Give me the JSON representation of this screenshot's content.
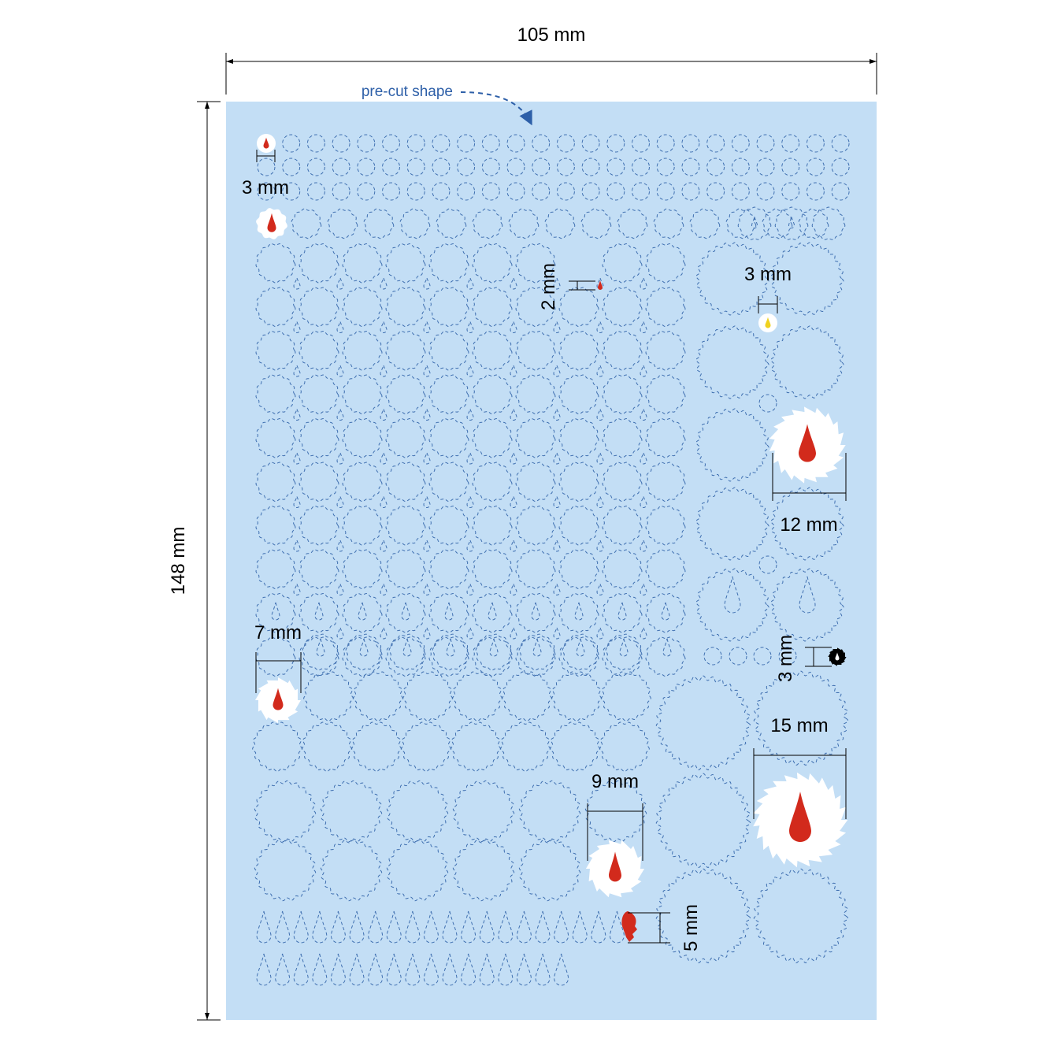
{
  "sheet": {
    "width_label": "105 mm",
    "height_label": "148 mm",
    "precut_note": "pre-cut shape"
  },
  "labels": {
    "tiny_circle": "3 mm",
    "mid_drop": "2 mm",
    "right_small": "3 mm",
    "large_gear_12": "12 mm",
    "gear_7": "7 mm",
    "gear_black": "3 mm",
    "gear_15": "15 mm",
    "gear_9": "9 mm",
    "drop_5": "5 mm"
  },
  "colors": {
    "sheet": "#c3def5",
    "cut_line": "#3f6fb0",
    "note": "#2d5fa8",
    "drop_red": "#d22a1c",
    "drop_yellow": "#f0d21f",
    "sticker_bg": "#ffffff",
    "black": "#000000"
  }
}
